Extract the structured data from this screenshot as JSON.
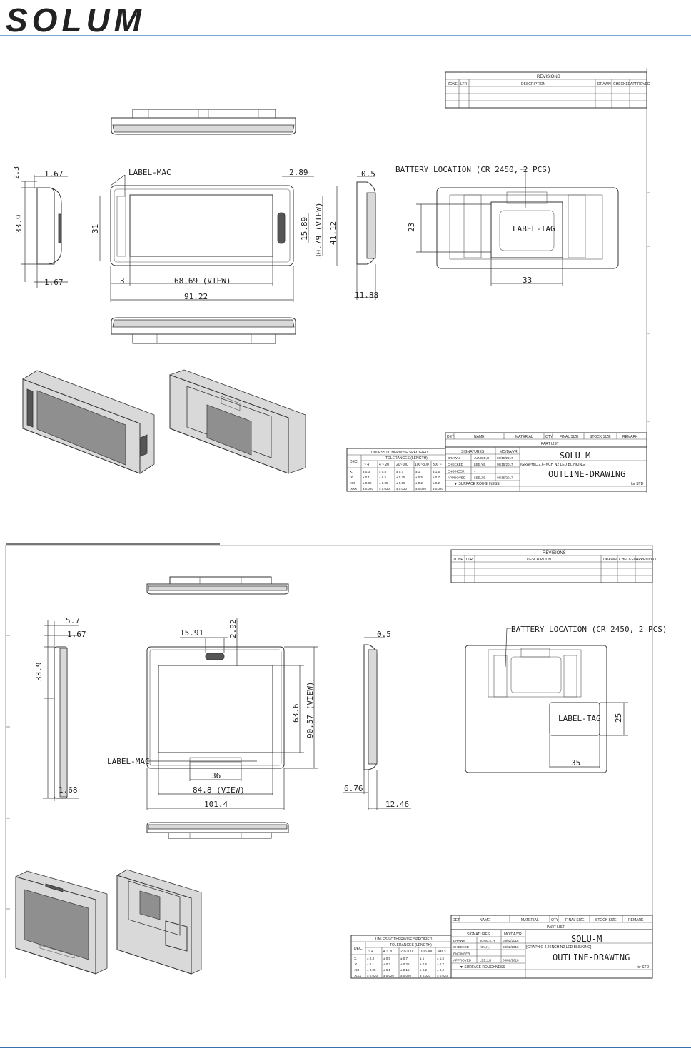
{
  "brand": {
    "name": "SOLUM"
  },
  "drawing1": {
    "dims": {
      "d2_3": "2.3",
      "d1_67a": "1.67",
      "d33_9": "33.9",
      "d1_67b": "1.67",
      "label_mac": "LABEL-MAC",
      "d2_89": "2.89",
      "d31": "31",
      "d15_89": "15.89",
      "d30_79": "30.79 (VIEW)",
      "d41_12": "41.12",
      "d3": "3",
      "d68_69": "68.69 (VIEW)",
      "d91_22": "91.22",
      "d0_5": "0.5",
      "d11_88": "11.88",
      "battery": "BATTERY LOCATION (CR 2450, 2 PCS)",
      "label_tag": "LABEL-TAG",
      "d23": "23",
      "d33": "33"
    },
    "revisions": {
      "title": "REVISIONS",
      "headers": [
        "ZONE",
        "LTR",
        "DESCRIPTION",
        "DRAWN",
        "CHECKED",
        "APPROVED"
      ]
    },
    "part_list": {
      "headers": [
        "DET",
        "NAME",
        "MATERIAL",
        "QTY",
        "FINAL SIZE",
        "STOCK SIZE",
        "REMARK"
      ],
      "title": "PART LIST"
    },
    "tolerance": {
      "title": "UNLESS OTHERWISE SPECIFIED",
      "subtitle": "TOLERANCES (LENGTH)",
      "dec": "DEC.",
      "ranges": [
        "~ 4",
        "4 ~ 20",
        "20~100",
        "100~300",
        "300 ~"
      ],
      "rows": [
        {
          "dec": "X.",
          "vals": [
            "± 0.3",
            "± 0.5",
            "± 0.7",
            "± 1",
            "± 1.5"
          ]
        },
        {
          "dec": ".X",
          "vals": [
            "± 0.1",
            "± 0.2",
            "± 0.25",
            "± 0.5",
            "± 0.7"
          ]
        },
        {
          "dec": ".XX",
          "vals": [
            "± 0.05",
            "± 0.05",
            "± 0.05",
            "± 0.2",
            "± 0.2"
          ]
        },
        {
          "dec": ".XXX",
          "vals": [
            "± 0.020",
            "± 0.020",
            "± 0.020",
            "± 0.020",
            "± 0.020"
          ]
        }
      ]
    },
    "title_block": {
      "signatures": "SIGNATURES",
      "date_header": "MO/DA/YR",
      "rows": [
        {
          "role": "DRAWN",
          "name": "JUNG,E,H",
          "date": "08/15/2017"
        },
        {
          "role": "CHECKED",
          "name": "LEE,Y,B",
          "date": "08/15/2017"
        },
        {
          "role": "ENGINEER",
          "name": "-",
          "date": ""
        },
        {
          "role": "APPROVED",
          "name": "LEE,J,B",
          "date": "08/15/2017"
        }
      ],
      "company": "SOLU-M",
      "product": "[GRAPHIC 2.6-INCH N2 LED BLINKING]",
      "drawing": "OUTLINE-DRAWING",
      "for": "for STD",
      "roughness": "▼ SURFACE ROUGHNESS"
    }
  },
  "drawing2": {
    "dims": {
      "d5_7": "5.7",
      "d1_67": "1.67",
      "d33_9": "33.9",
      "d1_68": "1.68",
      "d15_91": "15.91",
      "d2_92": "2.92",
      "d63_6": "63.6",
      "d90_57": "90.57 (VIEW)",
      "label_mac": "LABEL-MAC",
      "d36": "36",
      "d84_8": "84.8 (VIEW)",
      "d101_4": "101.4",
      "d0_5": "0.5",
      "d6_76": "6.76",
      "d12_46": "12.46",
      "battery": "BATTERY LOCATION (CR 2450, 2 PCS)",
      "label_tag": "LABEL-TAG",
      "d25": "25",
      "d35": "35"
    },
    "revisions": {
      "title": "REVISIONS",
      "headers": [
        "ZONE",
        "LTR",
        "DESCRIPTION",
        "DRAWN",
        "CHECKED",
        "APPROVED"
      ]
    },
    "part_list": {
      "headers": [
        "DET",
        "NAME",
        "MATERIAL",
        "QTY",
        "FINAL SIZE",
        "STOCK SIZE",
        "REMARK"
      ],
      "title": "PART LIST"
    },
    "tolerance": {
      "title": "UNLESS OTHERWISE SPECIFIED",
      "subtitle": "TOLERANCES (LENGTH)",
      "dec": "DEC.",
      "ranges": [
        "~ 4",
        "4 ~ 20",
        "20~100",
        "100~300",
        "300 ~"
      ],
      "rows": [
        {
          "dec": "X.",
          "vals": [
            "± 0.3",
            "± 0.5",
            "± 0.7",
            "± 1",
            "± 1.5"
          ]
        },
        {
          "dec": ".X",
          "vals": [
            "± 0.1",
            "± 0.2",
            "± 0.25",
            "± 0.5",
            "± 0.7"
          ]
        },
        {
          "dec": ".XX",
          "vals": [
            "± 0.05",
            "± 0.1",
            "± 0.15",
            "± 0.2",
            "± 0.2"
          ]
        },
        {
          "dec": ".XXX",
          "vals": [
            "± 0.020",
            "± 0.020",
            "± 0.020",
            "± 0.020",
            "± 0.020"
          ]
        }
      ]
    },
    "title_block": {
      "signatures": "SIGNATURES",
      "date_header": "MO/DA/YR",
      "rows": [
        {
          "role": "DRAWN",
          "name": "JUNG,E,H",
          "date": "03/02/2018"
        },
        {
          "role": "CHECKED",
          "name": "KIM,K,I",
          "date": "03/02/2018"
        },
        {
          "role": "ENGINEER",
          "name": "",
          "date": ""
        },
        {
          "role": "APPROVED",
          "name": "LEE,J,B",
          "date": "03/02/2018"
        }
      ],
      "company": "SOLU-M",
      "product": "[GRAPHIC 4.2-INCH N2 LED BLINKING]",
      "drawing": "OUTLINE-DRAWING",
      "for": "for STD",
      "roughness": "▼ SURFACE ROUGHNESS"
    }
  }
}
